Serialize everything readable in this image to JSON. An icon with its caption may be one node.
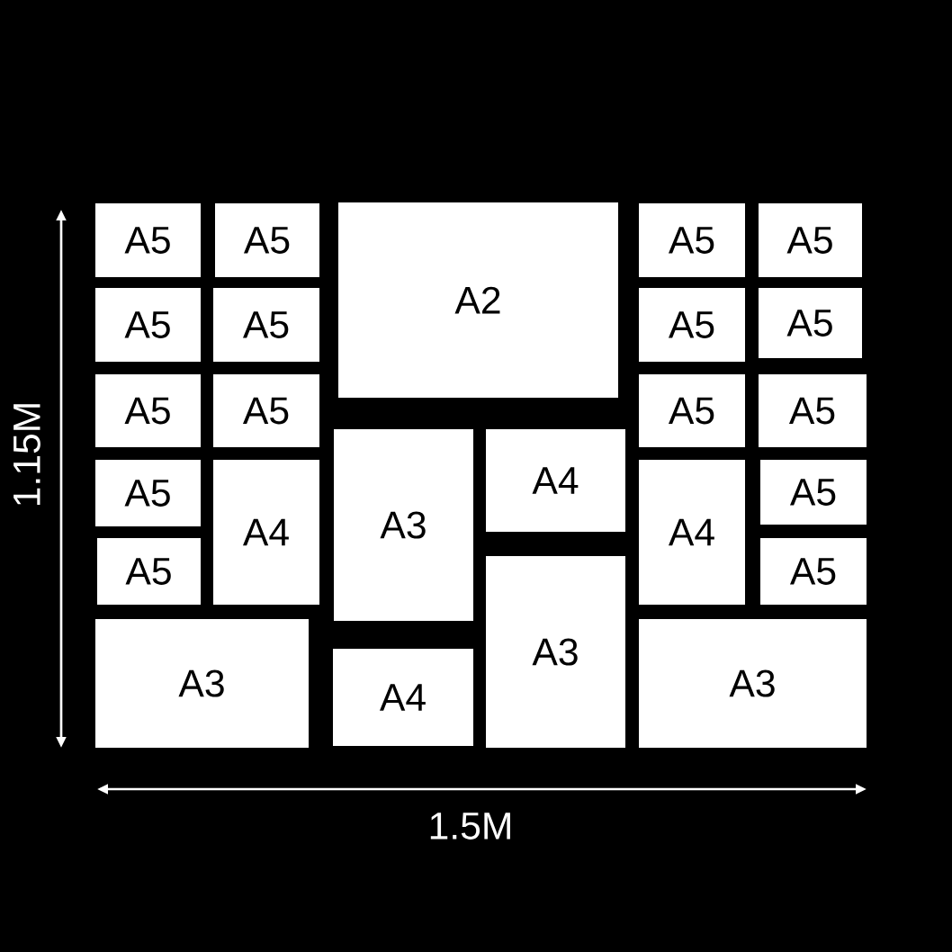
{
  "diagram": {
    "nodes": [
      {
        "text": [
          "A5"
        ]
      },
      {
        "text": [
          "A5"
        ]
      },
      {
        "text": [
          "A2"
        ]
      },
      {
        "text": [
          "A5"
        ]
      },
      {
        "text": [
          "A5"
        ]
      },
      {
        "text": [
          "A5"
        ]
      },
      {
        "text": [
          "A5"
        ]
      },
      {
        "text": [
          "A5"
        ]
      },
      {
        "text": [
          "A5"
        ]
      },
      {
        "text": [
          "A5"
        ]
      },
      {
        "text": [
          "A5"
        ]
      },
      {
        "text": [
          "A5"
        ]
      },
      {
        "text": [
          "A5"
        ]
      },
      {
        "text": [
          "A3"
        ]
      },
      {
        "text": [
          "A4"
        ]
      },
      {
        "text": [
          "A5"
        ]
      },
      {
        "text": [
          "A4"
        ]
      },
      {
        "text": [
          "A4"
        ]
      },
      {
        "text": [
          "A5"
        ]
      },
      {
        "text": [
          "A5"
        ]
      },
      {
        "text": [
          "A5"
        ]
      },
      {
        "text": [
          "A3"
        ]
      },
      {
        "text": [
          "A3"
        ]
      },
      {
        "text": [
          "A3"
        ]
      },
      {
        "text": [
          "A4"
        ]
      }
    ],
    "labels": [
      "1.15M",
      "1.5M"
    ]
  }
}
